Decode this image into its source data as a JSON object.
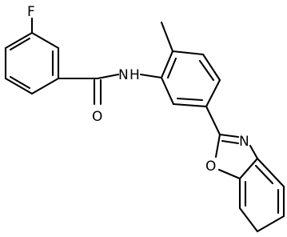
{
  "molecule": {
    "atoms": {
      "fluorine": "F",
      "amide_oxygen": "O",
      "amide_nitrogen": "N",
      "amide_hydrogen": "H",
      "oxazole_nitrogen": "N",
      "oxazole_oxygen": "O"
    }
  }
}
